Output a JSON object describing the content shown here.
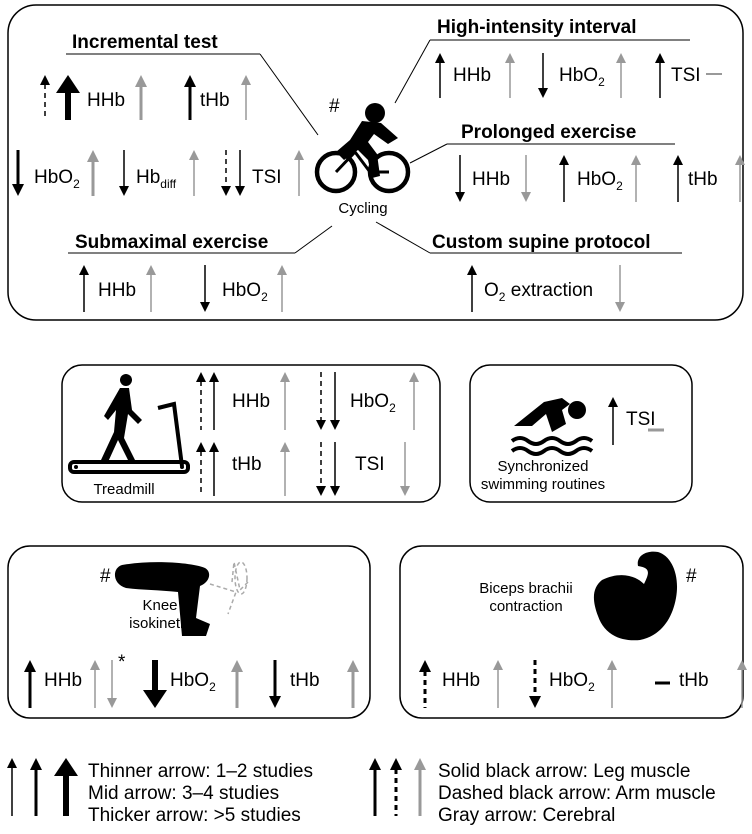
{
  "marks": {
    "hash": "#",
    "star": "*"
  },
  "cycling": {
    "label": "Cycling",
    "incremental": {
      "title": "Incremental test",
      "hhb": "HHb",
      "thb": "tHb",
      "hbo2": "HbO",
      "hbdiff": "Hb",
      "hbdiff_sub": "diff",
      "tsi": "TSI"
    },
    "hiit": {
      "title": "High-intensity interval",
      "hhb": "HHb",
      "hbo2": "HbO",
      "tsi": "TSI"
    },
    "prolonged": {
      "title": "Prolonged exercise",
      "hhb": "HHb",
      "hbo2": "HbO",
      "thb": "tHb"
    },
    "submax": {
      "title": "Submaximal exercise",
      "hhb": "HHb",
      "hbo2": "HbO"
    },
    "supine": {
      "title": "Custom supine protocol",
      "o2": "O",
      "o2_rest": " extraction"
    }
  },
  "treadmill": {
    "label": "Treadmill",
    "hhb": "HHb",
    "hbo2": "HbO",
    "thb": "tHb",
    "tsi": "TSI"
  },
  "swimming": {
    "label_line1": "Synchronized",
    "label_line2": "swimming routines",
    "tsi": "TSI"
  },
  "knee": {
    "label_line1": "Knee",
    "label_line2": "isokinetic",
    "hhb": "HHb",
    "hbo2": "HbO",
    "thb": "tHb"
  },
  "biceps": {
    "label_line1": "Biceps brachii",
    "label_line2": "contraction",
    "hhb": "HHb",
    "hbo2": "HbO",
    "thb": "tHb"
  },
  "legend": {
    "thin": "Thinner arrow: 1–2 studies",
    "mid": "Mid arrow: 3–4 studies",
    "thick": "Thicker arrow: >5 studies",
    "solid": "Solid black arrow: Leg muscle",
    "dashed": "Dashed black arrow: Arm muscle",
    "gray": "Gray arrow: Cerebral"
  },
  "colors": {
    "black": "#000000",
    "gray": "#999999",
    "border": "#000000"
  },
  "subscript_two": "2"
}
